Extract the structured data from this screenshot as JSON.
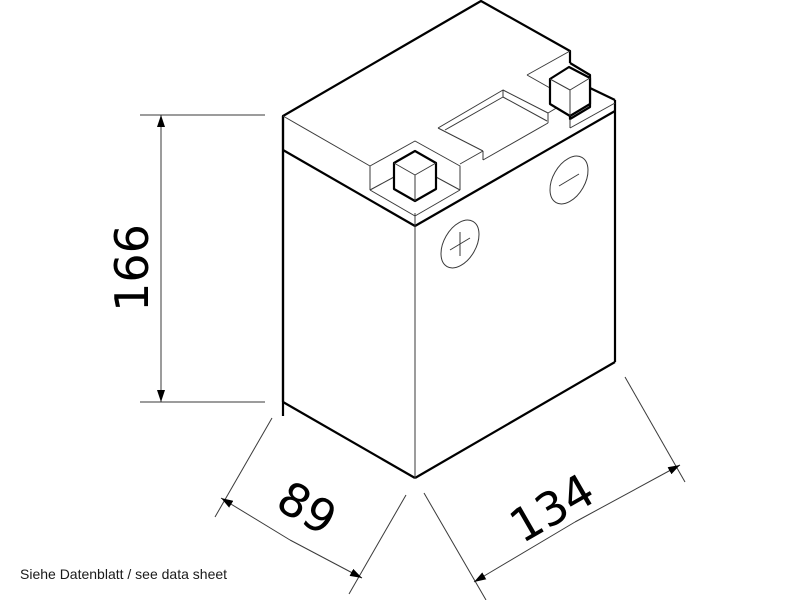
{
  "diagram": {
    "subject": "battery-isometric-dimension-drawing",
    "dimensions": {
      "height": {
        "value": "166"
      },
      "width": {
        "value": "89"
      },
      "length": {
        "value": "134"
      }
    },
    "terminals": {
      "positive_symbol": "+",
      "negative_symbol": "−"
    },
    "caption": "Siehe Datenblatt / see data sheet",
    "colors": {
      "outline": "#000000",
      "thin_line": "#3a3a3a",
      "background": "#ffffff"
    }
  }
}
